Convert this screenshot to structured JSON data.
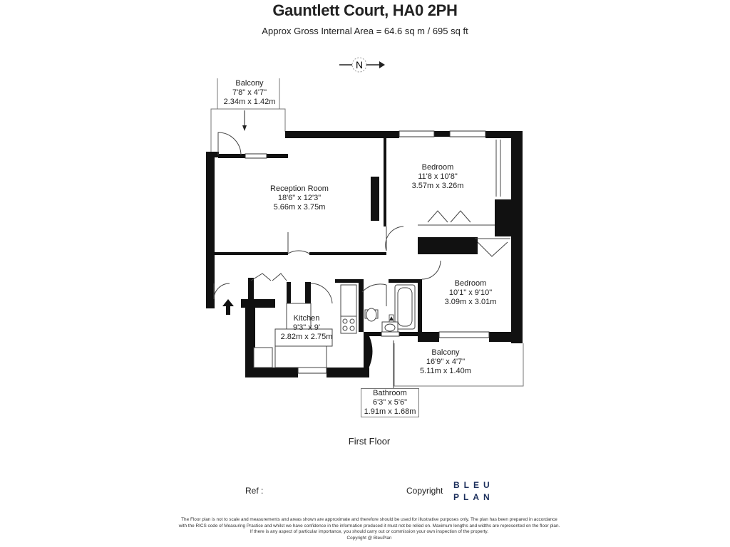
{
  "header": {
    "title": "Gauntlett Court, HA0 2PH",
    "subtitle": "Approx Gross Internal Area = 64.6 sq m / 695 sq ft"
  },
  "compass": {
    "label": "N",
    "icon": "north-arrow-icon"
  },
  "rooms": {
    "balcony_top": {
      "name": "Balcony",
      "imperial": "7'8\" x 4'7\"",
      "metric": "2.34m x 1.42m"
    },
    "reception": {
      "name": "Reception Room",
      "imperial": "18'6\" x 12'3\"",
      "metric": "5.66m x 3.75m"
    },
    "bedroom_1": {
      "name": "Bedroom",
      "imperial": "11'8 x 10'8\"",
      "metric": "3.57m x 3.26m"
    },
    "bedroom_2": {
      "name": "Bedroom",
      "imperial": "10'1\" x 9'10\"",
      "metric": "3.09m x 3.01m"
    },
    "kitchen": {
      "name": "Kitchen",
      "imperial": "9'3\" x 9'",
      "metric": "2.82m x 2.75m"
    },
    "balcony_bottom": {
      "name": "Balcony",
      "imperial": "16'9\" x 4'7\"",
      "metric": "5.11m x 1.40m"
    },
    "bathroom": {
      "name": "Bathroom",
      "imperial": "6'3\" x 5'6\"",
      "metric": "1.91m x 1.68m"
    }
  },
  "floor": "First Floor",
  "footer": {
    "ref_label": "Ref :",
    "copyright_label": "Copyright",
    "logo_line1": "BLEU",
    "logo_line2": "PLAN",
    "disclaimer_1": "The Floor plan is not to scale and measurements and areas shown are approximate and therefore should be used for illustrative purposes only. The plan has been prepared in accordance",
    "disclaimer_2": "with the RICS code of Measuring Practice and whilst we have confidence in the information produced it must not be relied on. Maximum lengths and widths are represented on the floor plan.",
    "disclaimer_3": "If there is any aspect of particular importance, you should carry out or commission your own inspection of the property.",
    "disclaimer_4": "Copyright @ BleuPlan"
  },
  "colors": {
    "wall": "#111111",
    "line": "#333333",
    "logo": "#1c2f5c"
  }
}
